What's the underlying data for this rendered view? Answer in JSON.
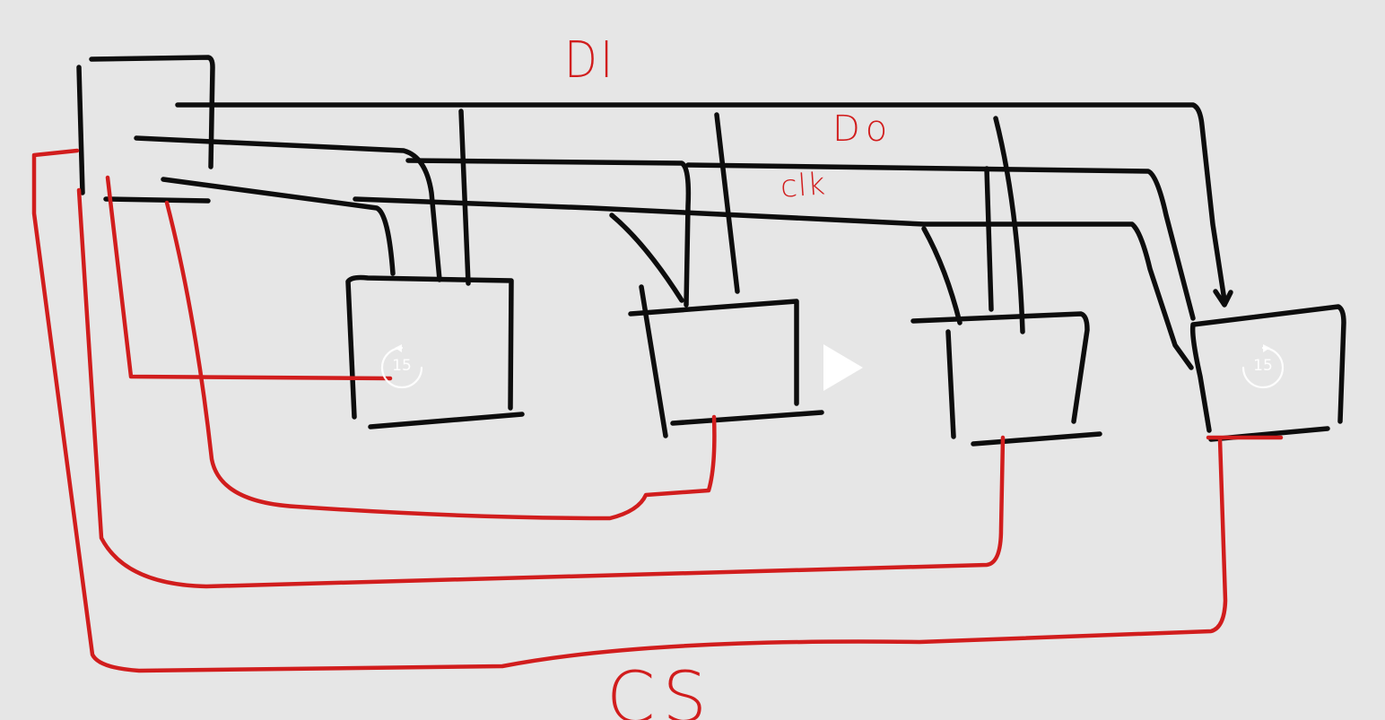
{
  "labels": {
    "di": "DI",
    "do": "Do",
    "clk": "clk",
    "cs": "CS"
  },
  "player_controls": {
    "skip_back_seconds": "15",
    "skip_forward_seconds": "15",
    "play_icon": "play-icon",
    "skip_back_icon": "skip-back-15-icon",
    "skip_forward_icon": "skip-forward-15-icon"
  },
  "colors": {
    "background": "#e6e6e6",
    "ink_black": "#0d0d0d",
    "ink_red": "#d11d1d",
    "control_overlay": "#ffffff"
  }
}
